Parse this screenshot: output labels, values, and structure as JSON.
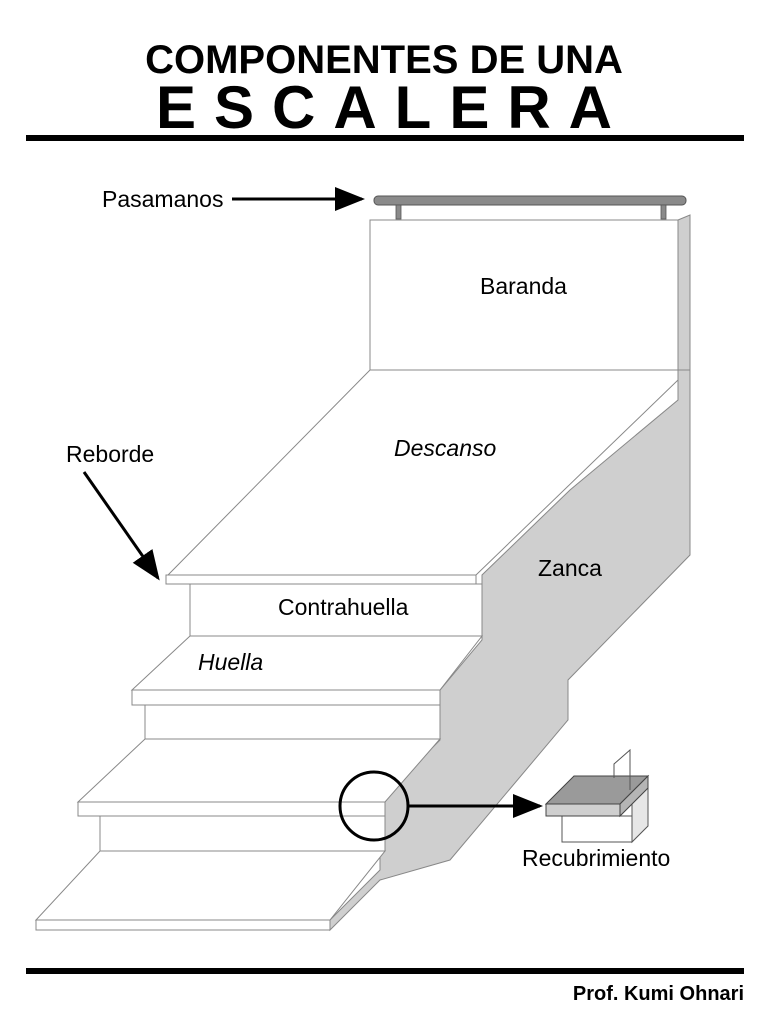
{
  "header": {
    "title_line1": "COMPONENTES DE UNA",
    "title_line2": "ESCALERA"
  },
  "labels": {
    "pasamanos": "Pasamanos",
    "baranda": "Baranda",
    "descanso": "Descanso",
    "reborde": "Reborde",
    "zanca": "Zanca",
    "contrahuella": "Contrahuella",
    "huella": "Huella",
    "recubrimiento": "Recubrimiento"
  },
  "footer": {
    "author": "Prof. Kumi Ohnari"
  },
  "colors": {
    "stringer_gray": "#cfcfcf",
    "rail_gray": "#8a8a8a",
    "outline": "#555555"
  }
}
